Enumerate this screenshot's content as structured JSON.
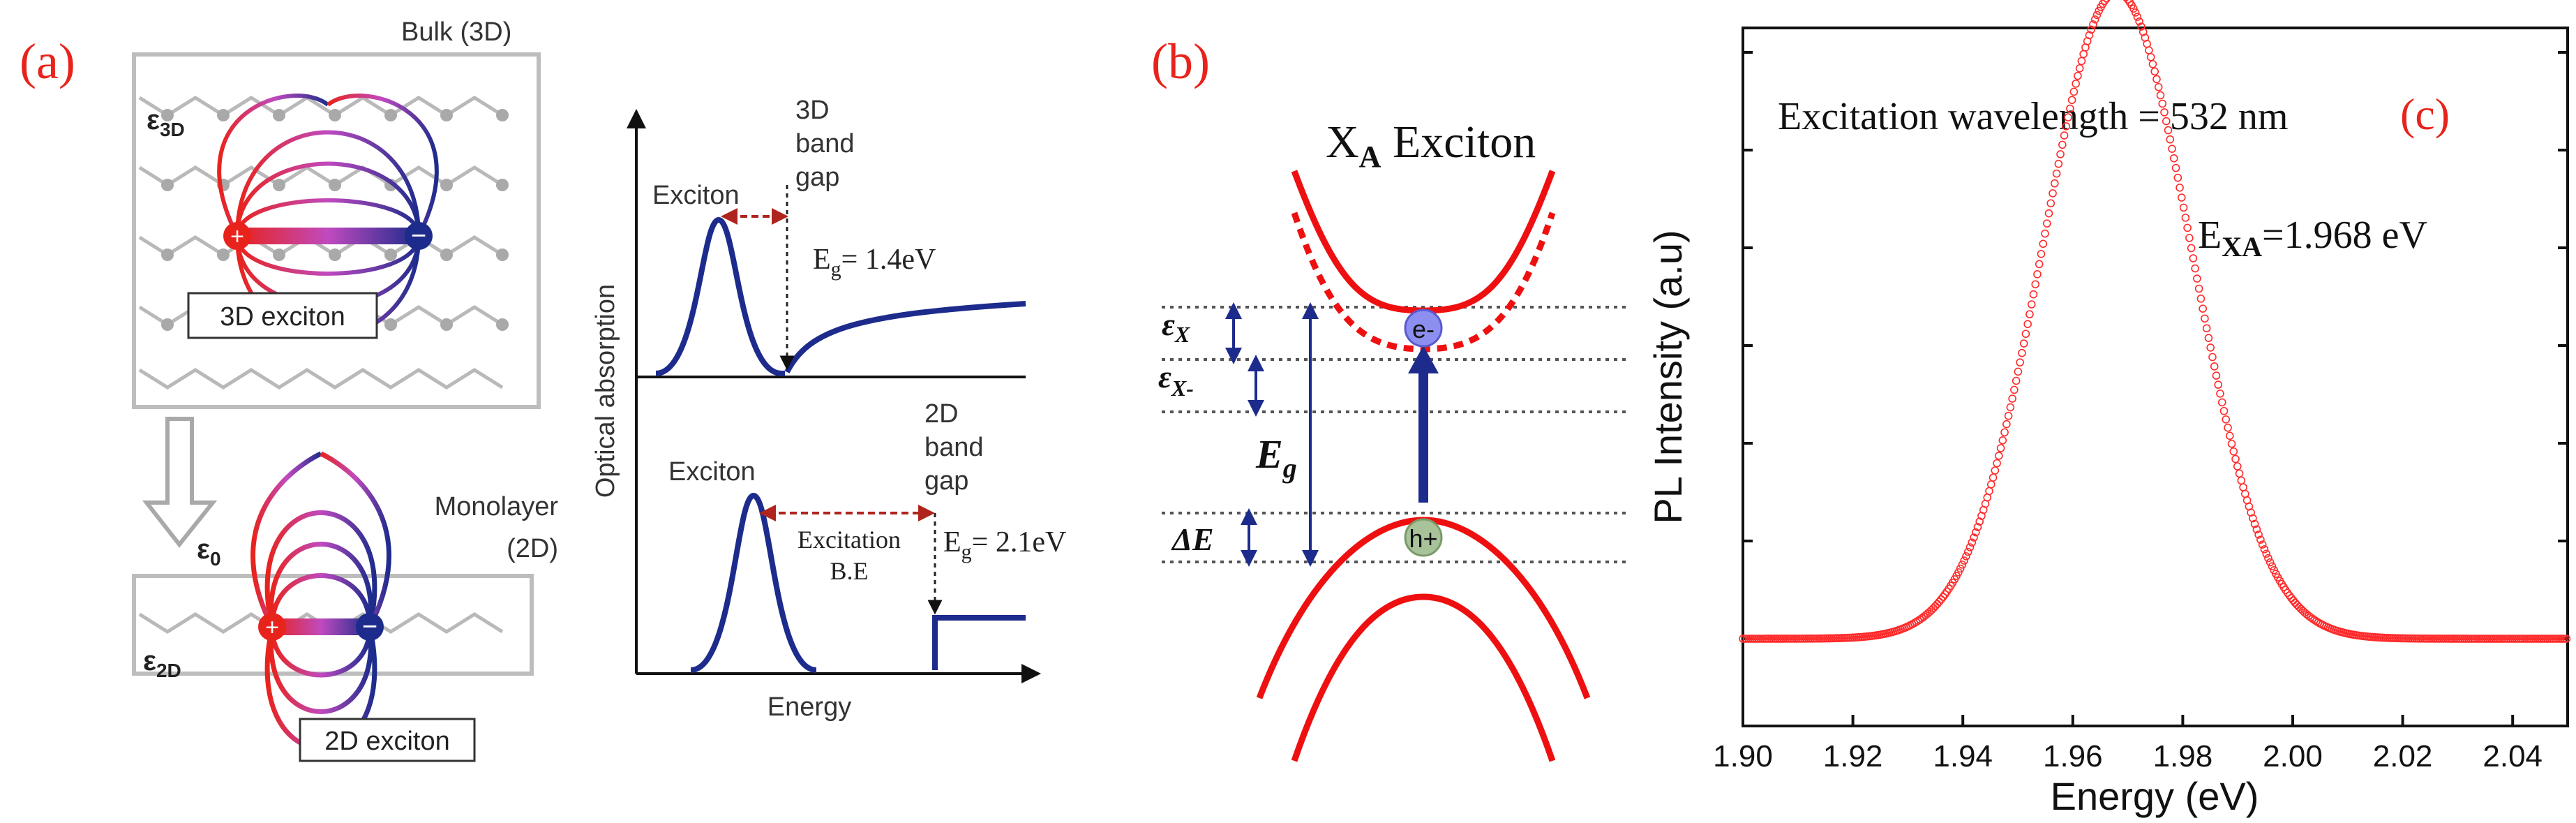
{
  "panel_a": {
    "label": "(a)",
    "bulk": {
      "title": "Bulk (3D)",
      "epsilon": "ε",
      "epsilon_sub": "3D",
      "exciton_label": "3D exciton"
    },
    "monolayer": {
      "title_line1": "Monolayer",
      "title_line2": "(2D)",
      "epsilon_top": "ε",
      "epsilon_top_sub": "0",
      "epsilon_bottom": "ε",
      "epsilon_bottom_sub": "2D",
      "exciton_label": "2D exciton"
    },
    "absorption_plot": {
      "ylabel": "Optical absorption",
      "xlabel": "Energy",
      "top": {
        "exciton": "Exciton",
        "gap_line1": "3D",
        "gap_line2": "band",
        "gap_line3": "gap",
        "eg_prefix": "E",
        "eg_sub": "g",
        "eg_value": "= 1.4eV"
      },
      "bottom": {
        "exciton": "Exciton",
        "gap_line1": "2D",
        "gap_line2": "band",
        "gap_line3": "gap",
        "be_line1": "Excitation",
        "be_line2": "B.E",
        "eg_prefix": "E",
        "eg_sub": "g",
        "eg_value": "= 2.1eV"
      }
    }
  },
  "panel_b": {
    "label": "(b)",
    "title_main": "X",
    "title_sub": "A",
    "title_rest": " Exciton",
    "electron": "e-",
    "hole": "h+",
    "labels": {
      "ex": "ε",
      "ex_sub": "X",
      "exm": "ε",
      "exm_sub": "X-",
      "eg": "E",
      "eg_sub": "g",
      "de": "ΔE"
    }
  },
  "panel_c": {
    "label": "(c)",
    "annotation": "Excitation wavelength = 532 nm",
    "peak_prefix": "E",
    "peak_sub": "XA",
    "peak_value": "=1.968 eV",
    "chart_data": {
      "type": "scatter",
      "title": "",
      "xlabel": "Energy (eV)",
      "ylabel": "PL Intensity (a.u)",
      "xlim": [
        1.9,
        2.05
      ],
      "ylim": [
        0,
        1.08
      ],
      "x_ticks": [
        "1.90",
        "1.92",
        "1.94",
        "1.96",
        "1.98",
        "2.00",
        "2.02",
        "2.04"
      ],
      "y_tick_labels_shown": false,
      "grid": false,
      "series": [
        {
          "peak_x": 1.968,
          "x": [
            1.9,
            1.905,
            1.91,
            1.915,
            1.92,
            1.925,
            1.93,
            1.935,
            1.94,
            1.945,
            1.95,
            1.955,
            1.96,
            1.963,
            1.966,
            1.968,
            1.97,
            1.973,
            1.976,
            1.98,
            1.985,
            1.99,
            1.995,
            2.0,
            2.005,
            2.01,
            2.015,
            2.02,
            2.025,
            2.03,
            2.035,
            2.04,
            2.045,
            2.05
          ],
          "y": [
            0.0,
            0.0,
            0.0,
            0.0,
            0.005,
            0.012,
            0.04,
            0.1,
            0.22,
            0.4,
            0.6,
            0.79,
            0.93,
            0.975,
            0.997,
            1.0,
            0.997,
            0.975,
            0.93,
            0.83,
            0.66,
            0.46,
            0.28,
            0.14,
            0.06,
            0.02,
            0.006,
            0.0,
            0.0,
            0.0,
            0.0,
            0.0,
            0.0,
            0.0
          ]
        }
      ],
      "color": "#ff2a2a"
    }
  },
  "colors": {
    "red_label": "#e8231c",
    "navy": "#1d2c8c",
    "band_red": "#ee1010",
    "dashed_red": "#b0241e"
  }
}
